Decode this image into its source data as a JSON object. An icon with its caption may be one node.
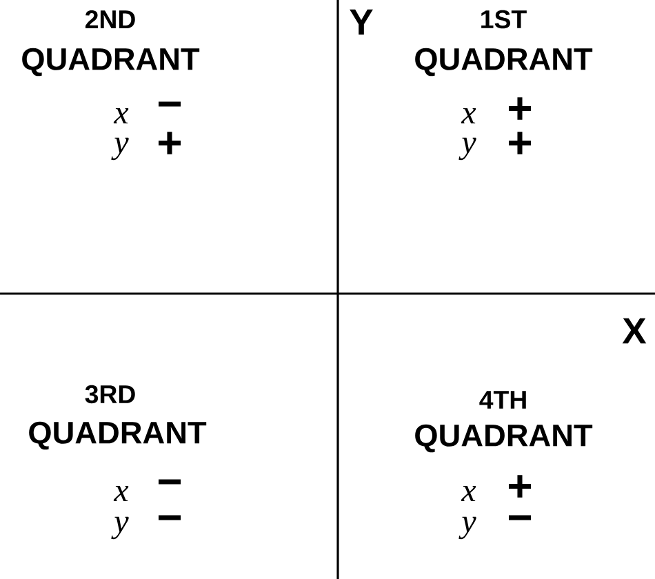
{
  "diagram": {
    "labels": [
      "2ND",
      "Y",
      "1ST",
      "QUADRANT",
      "QUADRANT",
      "x",
      "−",
      "x",
      "+",
      "y",
      "+",
      "y",
      "+",
      "X",
      "3RD",
      "4TH",
      "QUADRANT",
      "QUADRANT",
      "x",
      "−",
      "x",
      "+",
      "y",
      "−",
      "y",
      "−"
    ]
  }
}
